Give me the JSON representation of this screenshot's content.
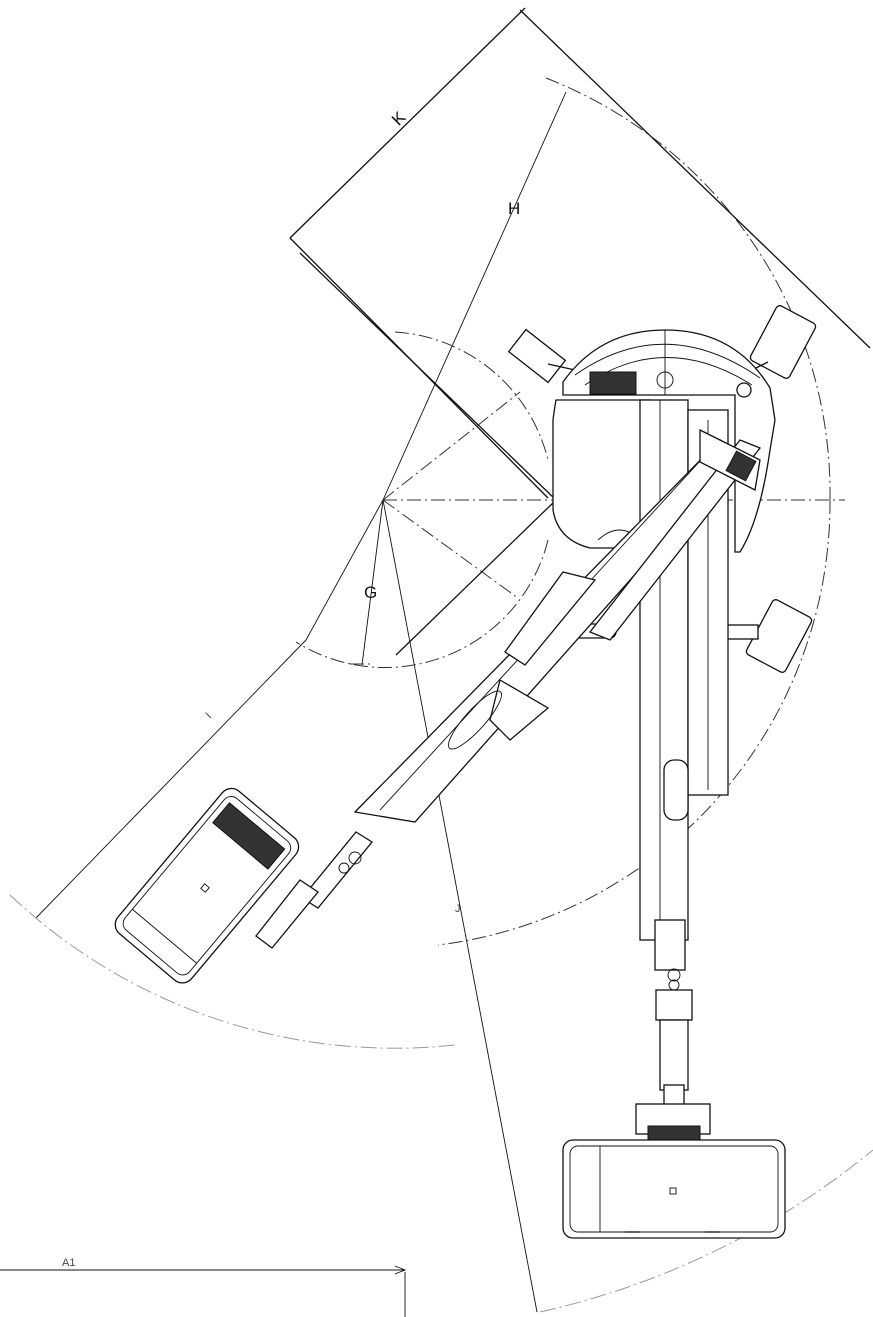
{
  "labels": {
    "k": "K",
    "h": "H",
    "g": "G",
    "i": "I",
    "j": "J",
    "a1": "A1"
  }
}
